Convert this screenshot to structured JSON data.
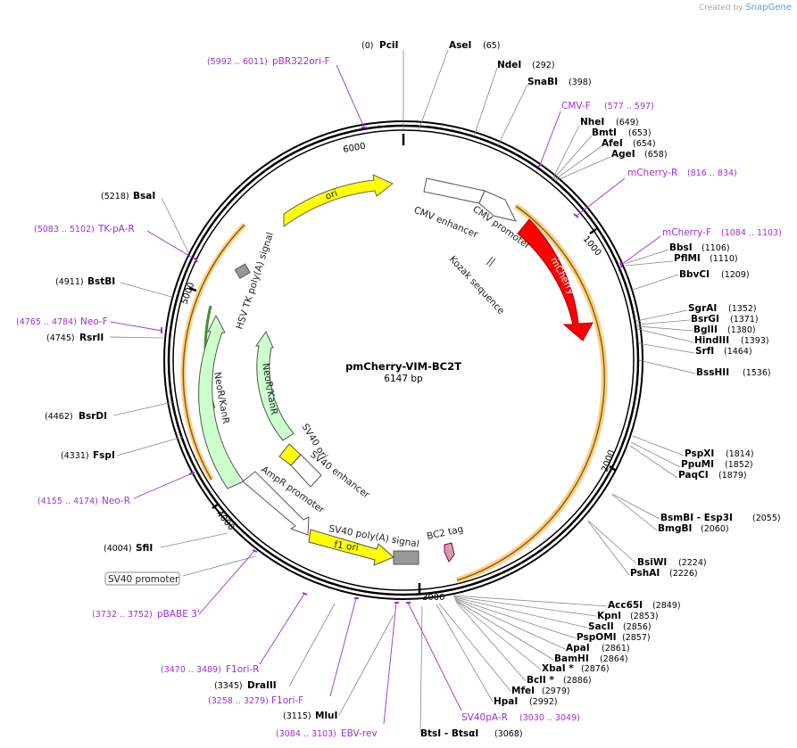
{
  "credit": {
    "prefix": "Created by",
    "brand": "SnapGene"
  },
  "plasmid": {
    "name": "pmCherry-VIM-BC2T",
    "size": "6147 bp",
    "length": 6147
  },
  "ticks": [
    "1000",
    "2000",
    "3000",
    "4000",
    "5000",
    "6000"
  ],
  "colors": {
    "primer": "#9b30d9",
    "backbone": "#000000",
    "mcherry": "#ff0000",
    "ori": "#ffff00",
    "resistance": "#ccffcc"
  },
  "enzymes": [
    {
      "name": "PciI",
      "pos": "(0)"
    },
    {
      "name": "AseI",
      "pos": "(65)"
    },
    {
      "name": "NdeI",
      "pos": "(292)"
    },
    {
      "name": "SnaBI",
      "pos": "(398)"
    },
    {
      "name": "NheI",
      "pos": "(649)"
    },
    {
      "name": "BmtI",
      "pos": "(653)"
    },
    {
      "name": "AfeI",
      "pos": "(654)"
    },
    {
      "name": "AgeI",
      "pos": "(658)"
    },
    {
      "name": "BbsI",
      "pos": "(1106)"
    },
    {
      "name": "PflMI",
      "pos": "(1110)"
    },
    {
      "name": "BbvCI",
      "pos": "(1209)"
    },
    {
      "name": "SgrAI",
      "pos": "(1352)"
    },
    {
      "name": "BsrGI",
      "pos": "(1371)"
    },
    {
      "name": "BglII",
      "pos": "(1380)"
    },
    {
      "name": "HindIII",
      "pos": "(1393)"
    },
    {
      "name": "SrfI",
      "pos": "(1464)"
    },
    {
      "name": "BssHII",
      "pos": "(1536)"
    },
    {
      "name": "PspXI",
      "pos": "(1814)"
    },
    {
      "name": "PpuMI",
      "pos": "(1852)"
    },
    {
      "name": "PaqCI",
      "pos": "(1879)"
    },
    {
      "name": "BsmBI - Esp3I",
      "pos": "(2055)"
    },
    {
      "name": "BmgBI",
      "pos": "(2060)"
    },
    {
      "name": "BsiWI",
      "pos": "(2224)"
    },
    {
      "name": "PshAI",
      "pos": "(2226)"
    },
    {
      "name": "Acc65I",
      "pos": "(2849)"
    },
    {
      "name": "KpnI",
      "pos": "(2853)"
    },
    {
      "name": "SacII",
      "pos": "(2856)"
    },
    {
      "name": "PspOMI",
      "pos": "(2857)"
    },
    {
      "name": "ApaI",
      "pos": "(2861)"
    },
    {
      "name": "BamHI",
      "pos": "(2864)"
    },
    {
      "name": "XbaI *",
      "pos": "(2876)"
    },
    {
      "name": "BclI *",
      "pos": "(2886)"
    },
    {
      "name": "MfeI",
      "pos": "(2979)"
    },
    {
      "name": "HpaI",
      "pos": "(2992)"
    },
    {
      "name": "BtsI - BtsαI",
      "pos": "(3068)"
    },
    {
      "name": "MluI",
      "pos": "(3115)"
    },
    {
      "name": "DraIII",
      "pos": "(3345)"
    },
    {
      "name": "SfiI",
      "pos": "(4004)"
    },
    {
      "name": "FspI",
      "pos": "(4331)"
    },
    {
      "name": "BsrDI",
      "pos": "(4462)"
    },
    {
      "name": "RsrII",
      "pos": "(4745)"
    },
    {
      "name": "BstBI",
      "pos": "(4911)"
    },
    {
      "name": "BsaI",
      "pos": "(5218)"
    }
  ],
  "primers": [
    {
      "name": "pBR322ori-F",
      "range": "(5992 .. 6011)"
    },
    {
      "name": "CMV-F",
      "range": "(577 .. 597)"
    },
    {
      "name": "mCherry-R",
      "range": "(816 .. 834)"
    },
    {
      "name": "mCherry-F",
      "range": "(1084 .. 1103)"
    },
    {
      "name": "TK-pA-R",
      "range": "(5083 .. 5102)"
    },
    {
      "name": "Neo-F",
      "range": "(4765 .. 4784)"
    },
    {
      "name": "Neo-R",
      "range": "(4155 .. 4174)"
    },
    {
      "name": "pBABE 3'",
      "range": "(3732 .. 3752)"
    },
    {
      "name": "F1ori-R",
      "range": "(3470 .. 3489)"
    },
    {
      "name": "F1ori-F",
      "range": "(3258 .. 3279)"
    },
    {
      "name": "EBV-rev",
      "range": "(3084 .. 3103)"
    },
    {
      "name": "SV40pA-R",
      "range": "(3030 .. 3049)"
    }
  ],
  "features": {
    "ori": "ori",
    "cmv_enhancer": "CMV enhancer",
    "cmv_promoter": "CMV promoter",
    "kozak": "Kozak sequence",
    "mcherry": "mCherry",
    "hsv_tk": "HSV TK poly(A) signal",
    "neo_outer": "NeoR/KanR",
    "neo_inner": "NeoR/KanR",
    "sv40_ori": "SV40 ori",
    "sv40_enh": "SV40 enhancer",
    "ampr_promoter": "AmpR promoter",
    "sv40_polya": "SV40 poly(A) signal",
    "f1_ori": "f1 ori",
    "bc2_tag": "BC2 tag",
    "sv40_promoter": "SV40 promoter"
  }
}
